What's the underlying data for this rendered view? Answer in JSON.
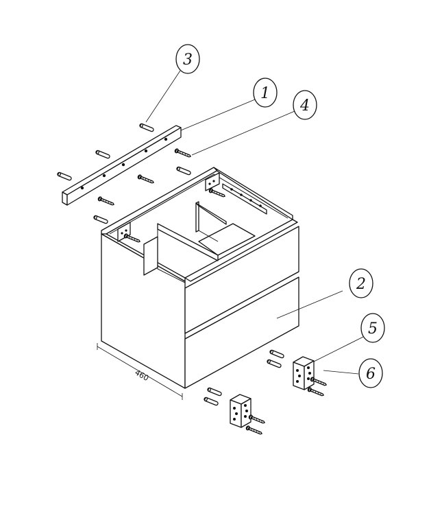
{
  "callouts": [
    {
      "id": "callout-1",
      "label": "1"
    },
    {
      "id": "callout-2",
      "label": "2"
    },
    {
      "id": "callout-3",
      "label": "3"
    },
    {
      "id": "callout-4",
      "label": "4"
    },
    {
      "id": "callout-5",
      "label": "5"
    },
    {
      "id": "callout-6",
      "label": "6"
    }
  ],
  "dimension": {
    "depth_label": "460"
  },
  "colors": {
    "line": "#111111",
    "background": "#ffffff"
  }
}
